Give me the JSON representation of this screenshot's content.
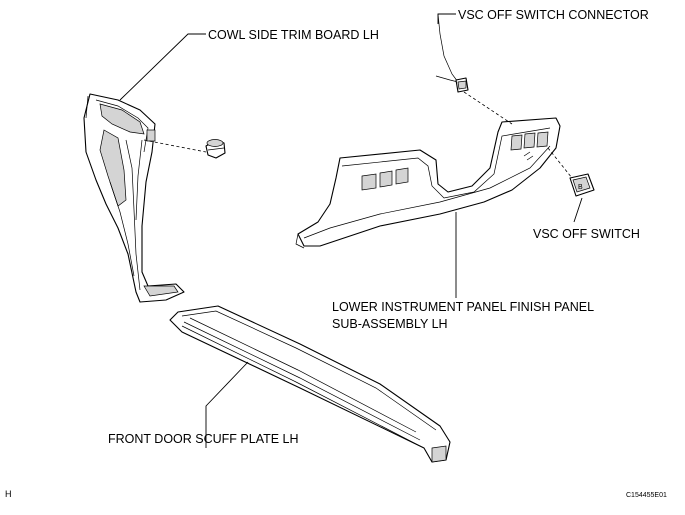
{
  "labels": {
    "cowl_side_trim_board": "COWL SIDE TRIM BOARD LH",
    "vsc_off_switch_connector": "VSC OFF SWITCH CONNECTOR",
    "vsc_off_switch": "VSC OFF SWITCH",
    "lower_panel_line1": "LOWER INSTRUMENT PANEL FINISH PANEL",
    "lower_panel_line2": "SUB-ASSEMBLY LH",
    "front_door_scuff_plate": "FRONT DOOR SCUFF PLATE LH"
  },
  "corner_mark": "H",
  "figure_code": "C154455E01"
}
